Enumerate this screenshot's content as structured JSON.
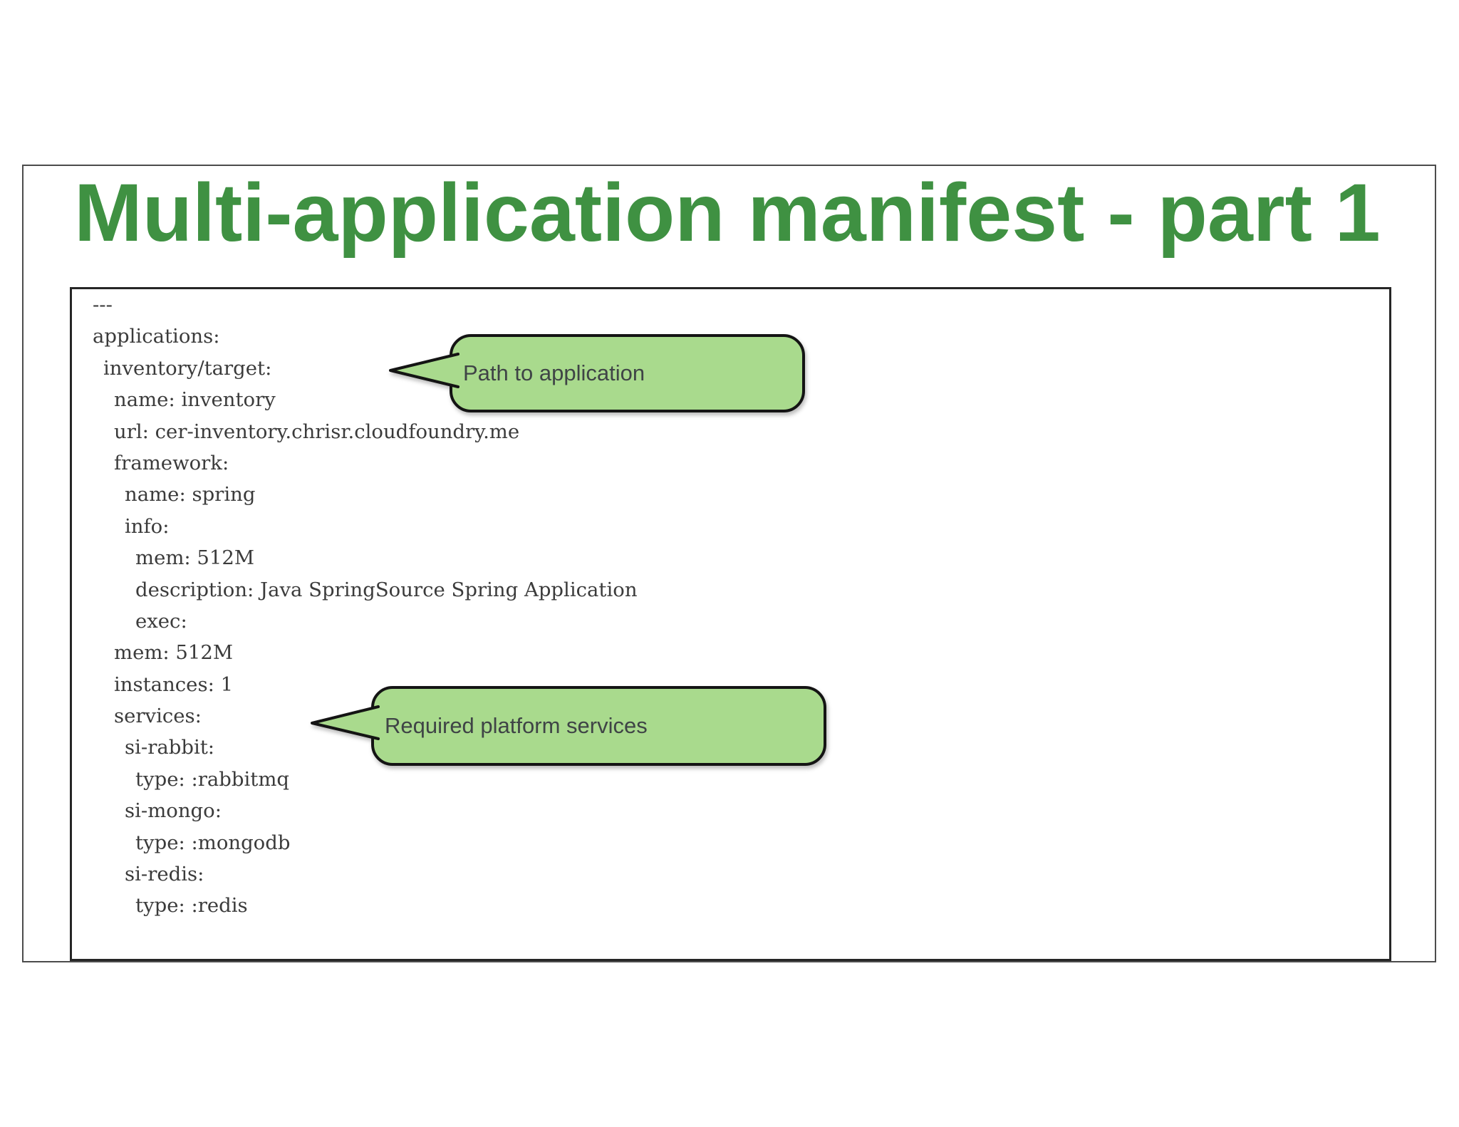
{
  "slide": {
    "title": "Multi-application manifest - part 1",
    "code_lines": [
      {
        "text": "---",
        "indent": 0
      },
      {
        "text": "applications:",
        "indent": 0
      },
      {
        "text": "inventory/target:",
        "indent": 1
      },
      {
        "text": "name: inventory",
        "indent": 2
      },
      {
        "text": "url: cer-inventory.chrisr.cloudfoundry.me",
        "indent": 2
      },
      {
        "text": "framework:",
        "indent": 2
      },
      {
        "text": "name: spring",
        "indent": 3
      },
      {
        "text": "info:",
        "indent": 3
      },
      {
        "text": "mem: 512M",
        "indent": 4
      },
      {
        "text": "description: Java SpringSource Spring Application",
        "indent": 4
      },
      {
        "text": "exec:",
        "indent": 4
      },
      {
        "text": "mem: 512M",
        "indent": 2
      },
      {
        "text": "instances: 1",
        "indent": 2
      },
      {
        "text": "services:",
        "indent": 2
      },
      {
        "text": "si-rabbit:",
        "indent": 3
      },
      {
        "text": "type: :rabbitmq",
        "indent": 4
      },
      {
        "text": "si-mongo:",
        "indent": 3
      },
      {
        "text": "type: :mongodb",
        "indent": 4
      },
      {
        "text": "si-redis:",
        "indent": 3
      },
      {
        "text": "type: :redis",
        "indent": 4
      }
    ],
    "callouts": [
      {
        "id": "path-to-application",
        "label": "Path to application"
      },
      {
        "id": "required-platform-services",
        "label": "Required platform services"
      }
    ],
    "colors": {
      "title_green": "#3f9142",
      "bubble_fill": "#a9da8d",
      "bubble_border": "#141414",
      "code_text": "#3b3b3b",
      "label_text": "#3f4446",
      "outer_border": "#4c4c4c",
      "inner_border": "#262626",
      "background": "#ffffff"
    }
  }
}
